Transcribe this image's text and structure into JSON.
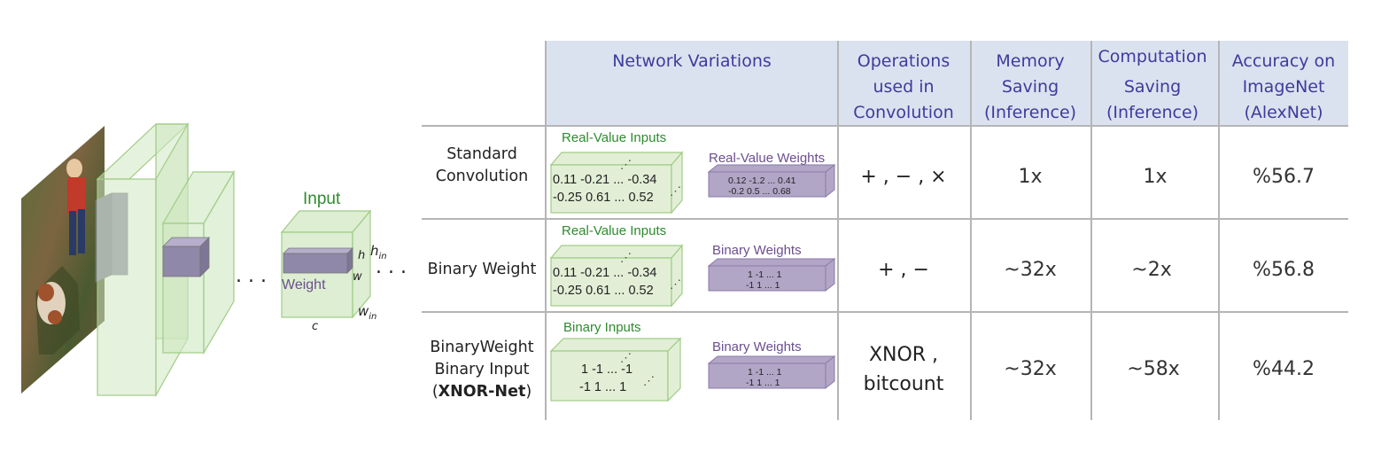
{
  "table": {
    "headers": {
      "variations": "Network Variations",
      "operations": [
        "Operations",
        "used in",
        "Convolution"
      ],
      "memory": [
        "Memory",
        "Saving",
        "(Inference)"
      ],
      "computation": [
        "Computation",
        "Saving",
        "(Inference)"
      ],
      "accuracy": [
        "Accuracy on",
        "ImageNet",
        "(AlexNet)"
      ]
    },
    "rows": [
      {
        "label": [
          "Standard",
          "Convolution"
        ],
        "input_label": "Real-Value Inputs",
        "input_matrix": [
          "0.11 -0.21 ... -0.34",
          "-0.25 0.61 ...  0.52"
        ],
        "weight_label": "Real-Value Weights",
        "weight_matrix": [
          "0.12  -1.2 ...  0.41",
          "-0.2  0.5  ...  0.68"
        ],
        "operations": [
          "+ , − , ×"
        ],
        "memory": "1x",
        "computation": "1x",
        "accuracy": "%56.7"
      },
      {
        "label": [
          "Binary Weight"
        ],
        "input_label": "Real-Value Inputs",
        "input_matrix": [
          "0.11 -0.21 ... -0.34",
          "-0.25 0.61 ...  0.52"
        ],
        "weight_label": "Binary Weights",
        "weight_matrix": [
          "1  -1 ...  1",
          "-1  1 ...  1"
        ],
        "operations": [
          "+ , −"
        ],
        "memory": "~32x",
        "computation": "~2x",
        "accuracy": "%56.8"
      },
      {
        "label": [
          "BinaryWeight",
          "Binary Input"
        ],
        "label_bold": "XNOR-Net",
        "input_label": "Binary Inputs",
        "input_matrix": [
          "1  -1 ... -1",
          "-1  1 ...  1"
        ],
        "weight_label": "Binary Weights",
        "weight_matrix": [
          "1  -1 ...  1",
          "-1  1 ...  1"
        ],
        "operations": [
          "XNOR ,",
          "bitcount"
        ],
        "memory": "~32x",
        "computation": "~58x",
        "accuracy": "%44.2"
      }
    ]
  },
  "network_diagram": {
    "input_label": "Input",
    "weight_label": "Weight",
    "dim_h": "h",
    "dim_w": "w",
    "dim_c": "c",
    "dim_hin": "h",
    "dim_hin_sub": "in",
    "dim_win": "w",
    "dim_win_sub": "in",
    "ellipsis_left": ". . .",
    "ellipsis_right": ". . ."
  },
  "colors": {
    "header_bg": "#dbe2ef",
    "header_text": "#3c3c9c",
    "grid_line": "#b5b5b5",
    "green_fill": "#e2efd6",
    "green_stroke": "#9fcc85",
    "green_label": "#2e8b2e",
    "purple_fill": "#b2a6c7",
    "purple_stroke": "#8a7aa8",
    "purple_label": "#6b4f8e"
  }
}
